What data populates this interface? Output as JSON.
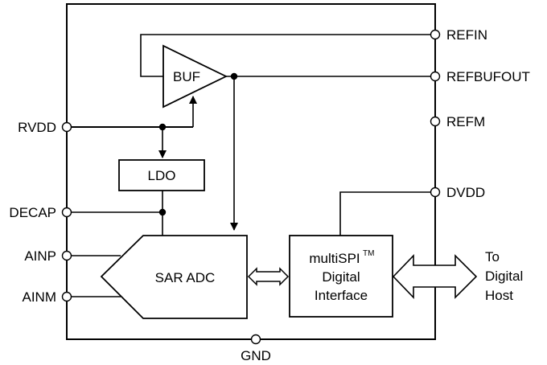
{
  "colors": {
    "line": "#000000",
    "background": "#ffffff"
  },
  "pins": {
    "refin": "REFIN",
    "refbufout": "REFBUFOUT",
    "refm": "REFM",
    "dvdd": "DVDD",
    "rvdd": "RVDD",
    "decap": "DECAP",
    "ainp": "AINP",
    "ainm": "AINM",
    "gnd": "GND"
  },
  "blocks": {
    "buffer": "BUF",
    "ldo": "LDO",
    "adc": "SAR ADC",
    "interface_name": "multiSPI",
    "interface_tm": "TM",
    "interface_line2": "Digital",
    "interface_line3": "Interface"
  },
  "host": {
    "line1": "To",
    "line2": "Digital",
    "line3": "Host"
  }
}
